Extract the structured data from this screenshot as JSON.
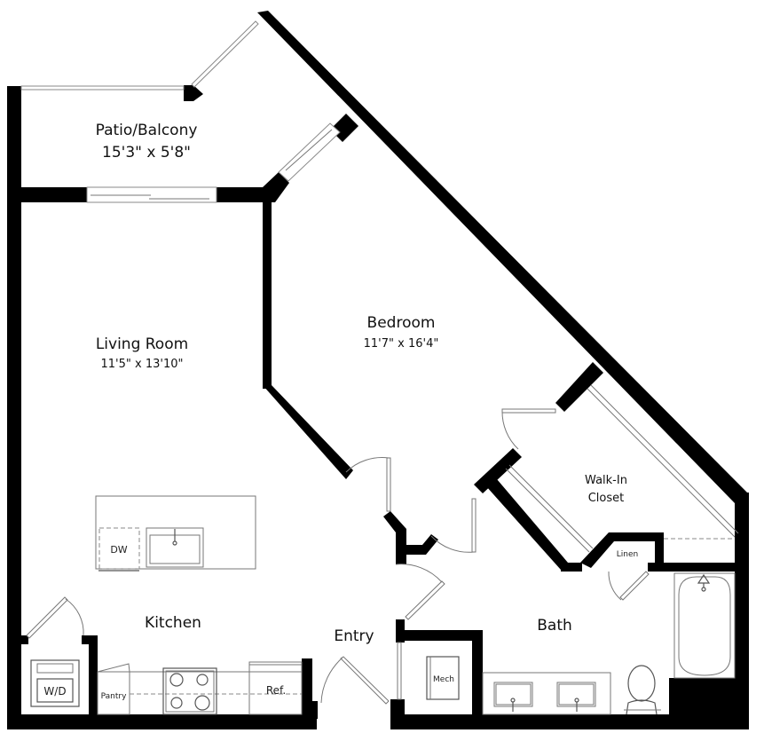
{
  "plan": {
    "rooms": {
      "patio": {
        "name": "Patio/Balcony",
        "dims": "15'3\" x 5'8\""
      },
      "bedroom": {
        "name": "Bedroom",
        "dims": "11'7\" x 16'4\""
      },
      "living": {
        "name": "Living Room",
        "dims": "11'5\" x 13'10\""
      },
      "walkin": {
        "name_line1": "Walk-In",
        "name_line2": "Closet"
      },
      "kitchen": {
        "name": "Kitchen"
      },
      "entry": {
        "name": "Entry"
      },
      "bath": {
        "name": "Bath"
      }
    },
    "fixtures": {
      "dishwasher": "DW",
      "washer_dryer": "W/D",
      "pantry": "Pantry",
      "refrigerator": "Ref.",
      "mechanical": "Mech",
      "linen": "Linen"
    }
  }
}
